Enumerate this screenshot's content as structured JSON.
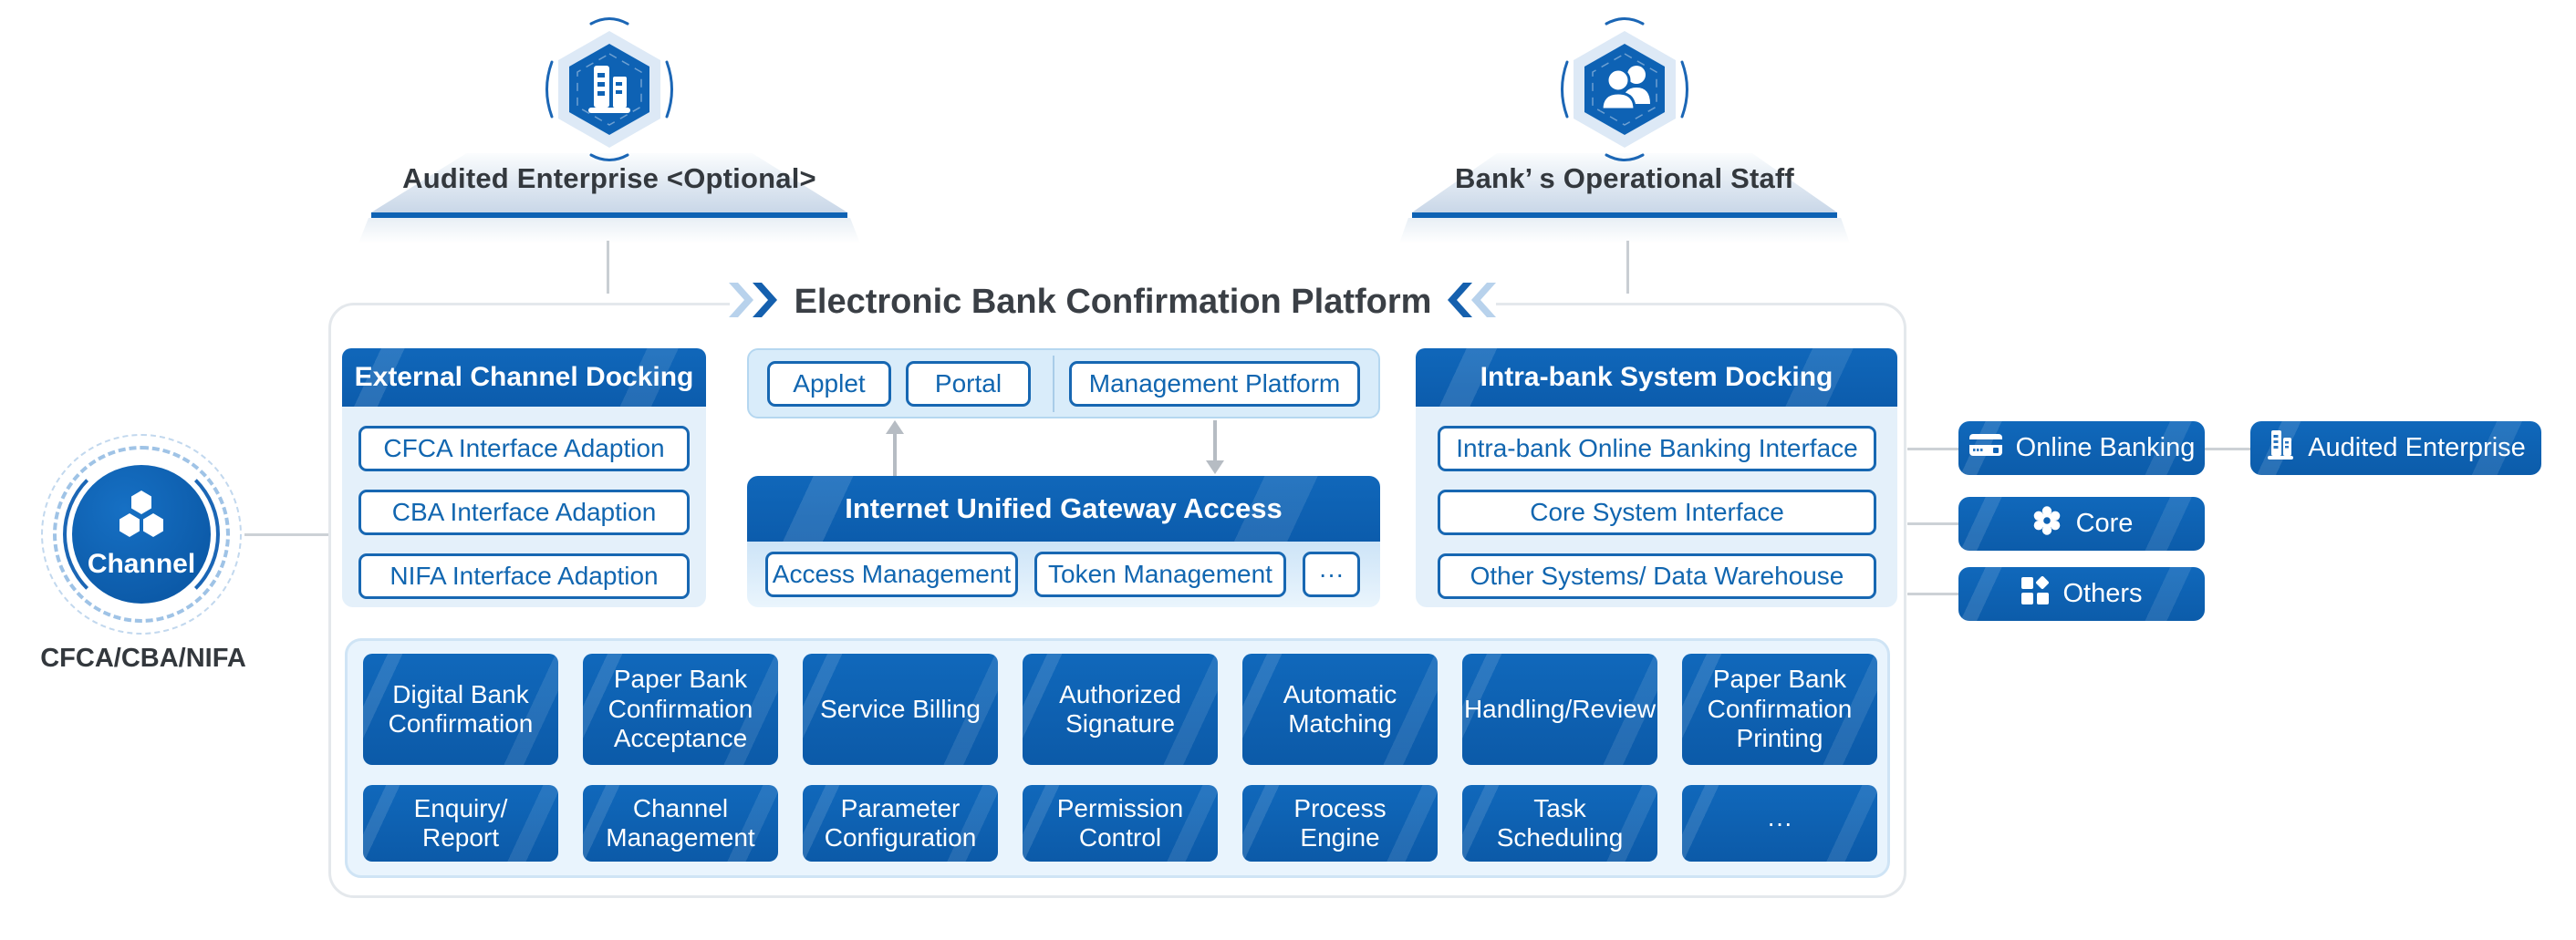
{
  "title": {
    "text": "Electronic Bank Confirmation Platform"
  },
  "actors": {
    "audited_enterprise": "Audited Enterprise <Optional>",
    "bank_staff": "Bank’ s Operational Staff"
  },
  "channel": {
    "label": "Channel",
    "caption": "CFCA/CBA/NIFA"
  },
  "external_docking": {
    "title": "External Channel Docking",
    "items": [
      "CFCA Interface Adaption",
      "CBA Interface Adaption",
      "NIFA Interface Adaption"
    ]
  },
  "access_layer": {
    "items": [
      "Applet",
      "Portal",
      "Management Platform"
    ]
  },
  "gateway": {
    "title": "Internet Unified Gateway Access",
    "items": [
      "Access Management",
      "Token Management",
      "···"
    ]
  },
  "intra_docking": {
    "title": "Intra-bank System Docking",
    "items": [
      "Intra-bank Online Banking Interface",
      "Core System Interface",
      "Other Systems/ Data Warehouse"
    ]
  },
  "modules": {
    "row1": [
      "Digital Bank Confirmation",
      "Paper Bank Confirmation Acceptance",
      "Service Billing",
      "Authorized Signature",
      "Automatic Matching",
      "Handling/Review",
      "Paper Bank Confirmation Printing"
    ],
    "row2": [
      "Enquiry/ Report",
      "Channel Management",
      "Parameter Configuration",
      "Permission Control",
      "Process Engine",
      "Task Scheduling",
      "···"
    ]
  },
  "right_systems": {
    "online_banking": "Online Banking",
    "core": "Core",
    "others": "Others",
    "audited_enterprise": "Audited Enterprise"
  },
  "icons": {
    "audited_enterprise": "building-icon",
    "bank_staff": "people-icon",
    "channel": "hexagon-cluster-icon",
    "online_banking": "bank-card-icon",
    "core": "gear-icon",
    "others": "grid-icon"
  },
  "colors": {
    "primary": "#0e62b4",
    "panel_body": "#e4f0fa",
    "strip_bg": "#d9ecfa",
    "grid_bg": "#e9f4fd",
    "item_text": "#1166b0",
    "title_text": "#3a3f45",
    "connector": "#c9ced3",
    "chevron_light": "#b8d2ec",
    "chevron_dark": "#1560ae"
  }
}
